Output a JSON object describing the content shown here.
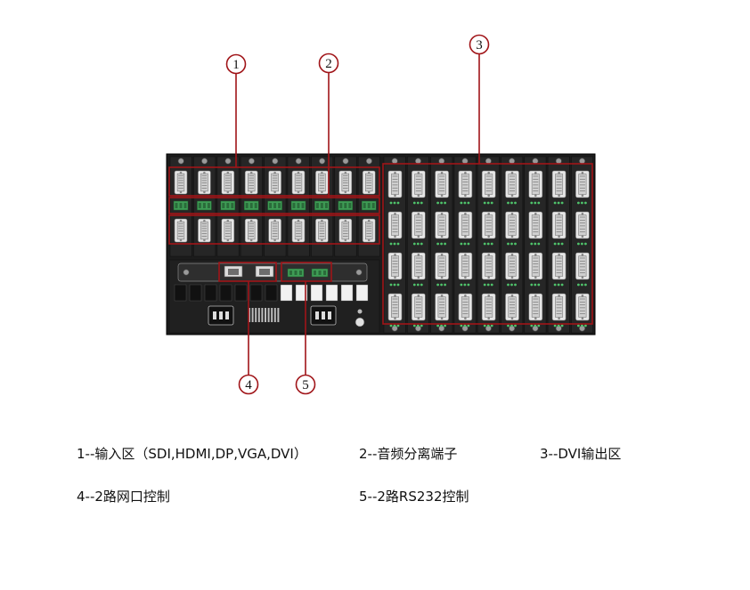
{
  "callouts": [
    {
      "id": "1",
      "label": "1"
    },
    {
      "id": "2",
      "label": "2"
    },
    {
      "id": "3",
      "label": "3"
    },
    {
      "id": "4",
      "label": "4"
    },
    {
      "id": "5",
      "label": "5"
    }
  ],
  "legend": {
    "item1": "1--输入区（SDI,HDMI,DP,VGA,DVI）",
    "item2": "2--音频分离端子",
    "item3": "3--DVI输出区",
    "item4": "4--2路网口控制",
    "item5": "5--2路RS232控制"
  },
  "colors": {
    "callout": "#a01418",
    "chassis": "#1c1c1c",
    "port": "#e6e6e6",
    "terminal": "#3e9c55"
  },
  "icons": [
    "dvi-port-icon",
    "audio-terminal-icon",
    "rj45-port-icon",
    "rs232-terminal-icon",
    "power-socket-icon",
    "fan-vent-icon",
    "screw-icon"
  ]
}
